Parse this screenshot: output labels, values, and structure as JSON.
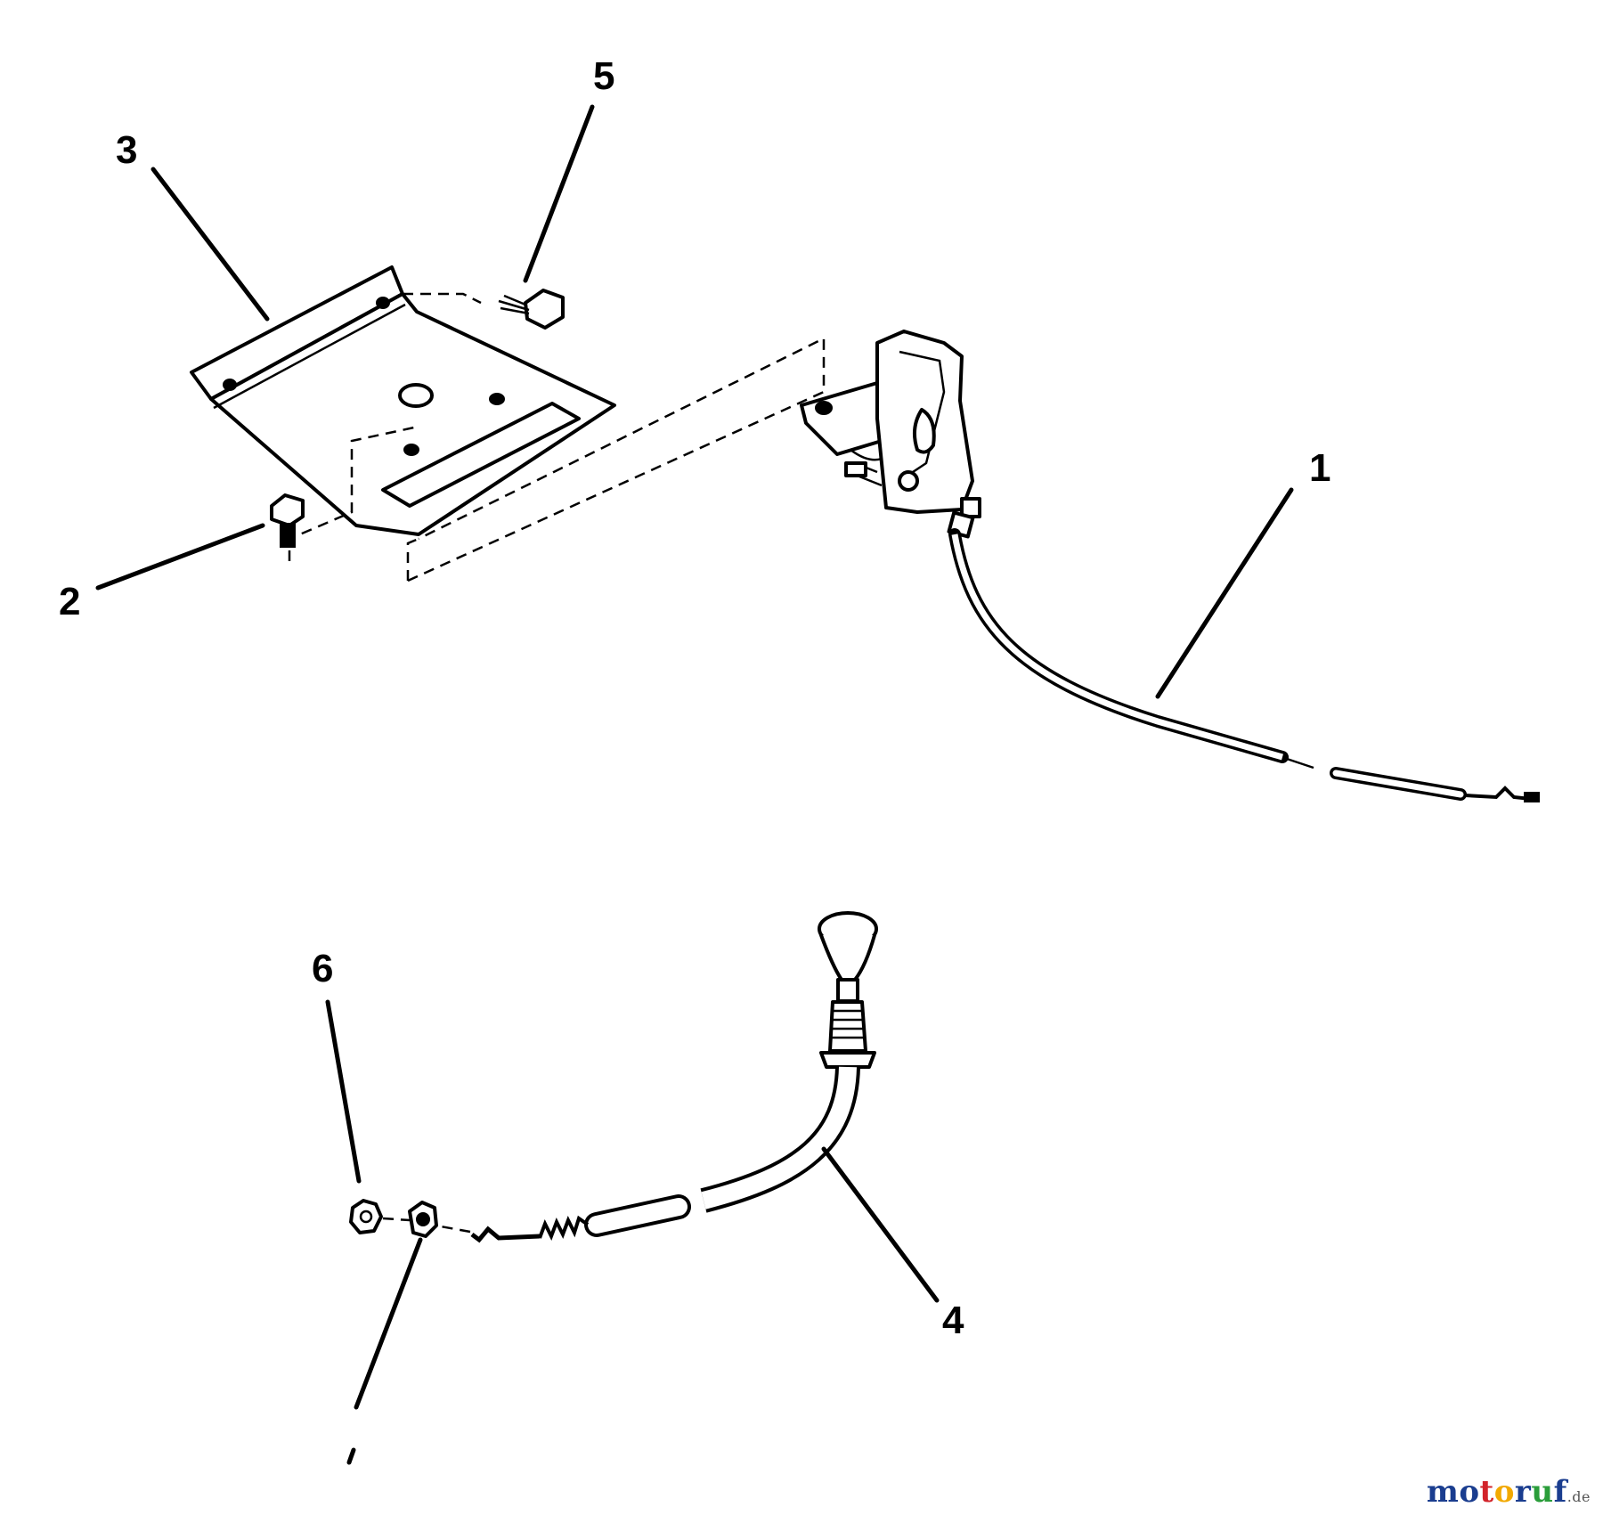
{
  "callouts": {
    "c1": "1",
    "c2": "2",
    "c3": "3",
    "c4": "4",
    "c5": "5",
    "c6": "6"
  },
  "parts": {
    "p1": "throttle control lever with cable",
    "p2": "bolt",
    "p3": "mounting bracket",
    "p4": "choke control cable with knob",
    "p5": "screw",
    "p6": "nut"
  },
  "watermark": {
    "letters": [
      "m",
      "o",
      "t",
      "o",
      "r",
      "u",
      "f"
    ],
    "colors": [
      "#1a3d8f",
      "#1a3d8f",
      "#d2232a",
      "#f2a900",
      "#1a3d8f",
      "#2a9d3a",
      "#1a3d8f"
    ],
    "suffix": ".de"
  }
}
